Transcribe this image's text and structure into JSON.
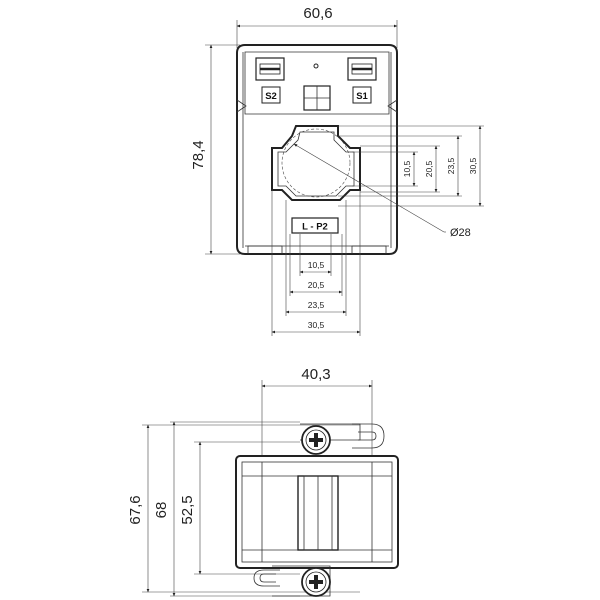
{
  "top_view": {
    "width_label": "60,6",
    "height_label": "78,4",
    "terminal_left": "S2",
    "terminal_right": "S1",
    "product_label": "L - P2",
    "diameter_label": "Ø28",
    "window_dims_vertical": [
      "10,5",
      "20,5",
      "23,5",
      "30,5"
    ],
    "window_dims_horizontal": [
      "10,5",
      "20,5",
      "23,5",
      "30,5"
    ]
  },
  "side_view": {
    "width_label": "40,3",
    "height_labels": [
      "67,6",
      "68",
      "52,5"
    ]
  }
}
